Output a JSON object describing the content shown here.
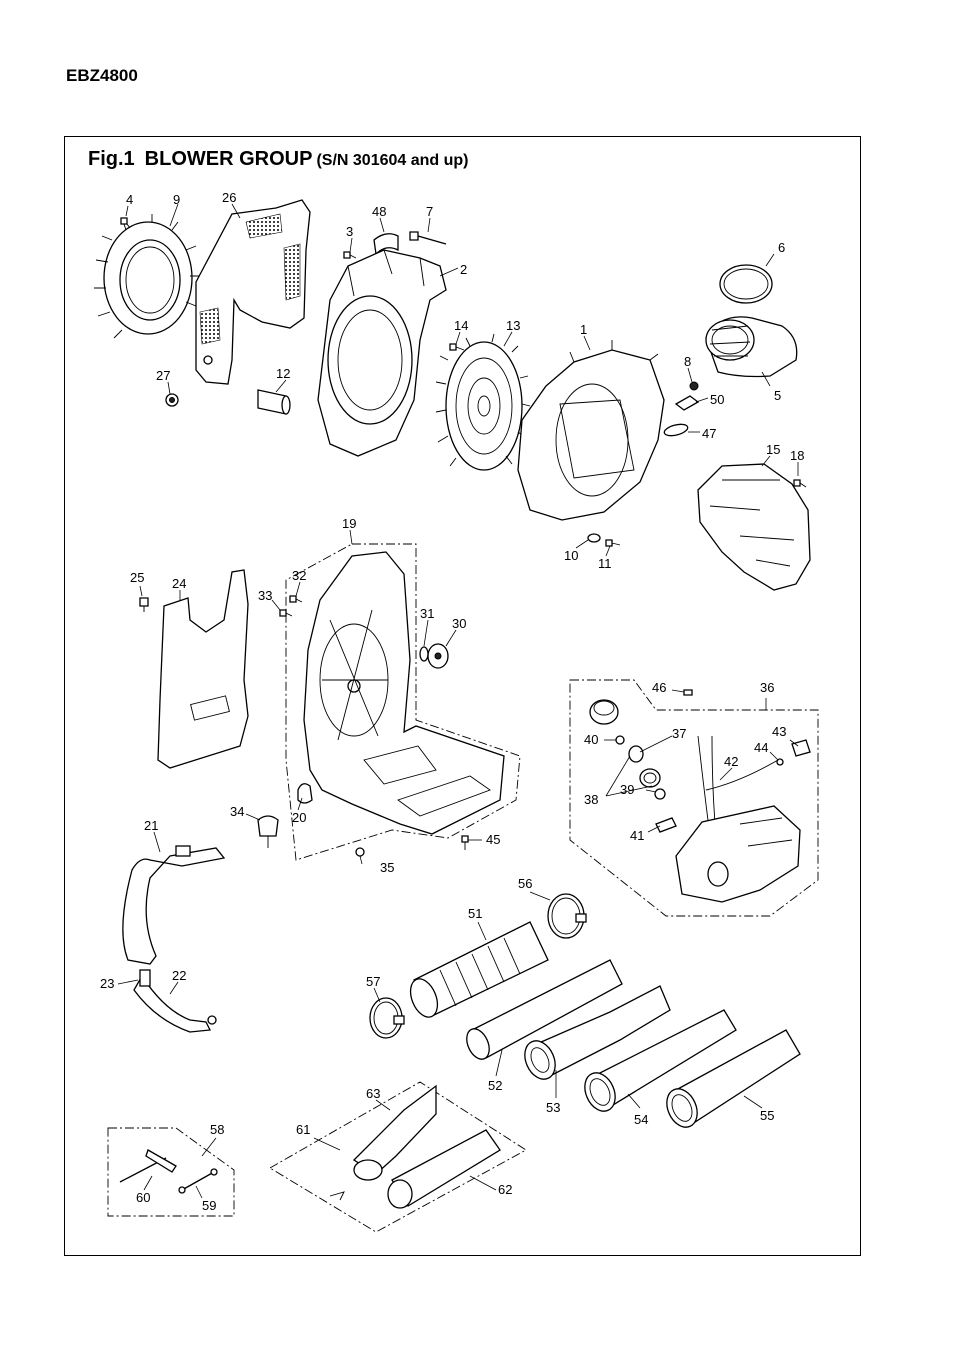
{
  "header": {
    "model": "EBZ4800"
  },
  "figure": {
    "number": "Fig.1",
    "name": "BLOWER GROUP",
    "serial": "(S/N 301604 and up)"
  },
  "callouts": {
    "c1": "1",
    "c2": "2",
    "c3": "3",
    "c4": "4",
    "c5": "5",
    "c6": "6",
    "c7": "7",
    "c8": "8",
    "c9": "9",
    "c10": "10",
    "c11": "11",
    "c12": "12",
    "c13": "13",
    "c14": "14",
    "c15": "15",
    "c18": "18",
    "c19": "19",
    "c20": "20",
    "c21": "21",
    "c22": "22",
    "c23": "23",
    "c24": "24",
    "c25": "25",
    "c26": "26",
    "c27": "27",
    "c30": "30",
    "c31": "31",
    "c32": "32",
    "c33": "33",
    "c34": "34",
    "c35": "35",
    "c36": "36",
    "c37": "37",
    "c38": "38",
    "c39": "39",
    "c40": "40",
    "c41": "41",
    "c42": "42",
    "c43": "43",
    "c44": "44",
    "c45": "45",
    "c46": "46",
    "c47": "47",
    "c48": "48",
    "c50": "50",
    "c51": "51",
    "c52": "52",
    "c53": "53",
    "c54": "54",
    "c55": "55",
    "c56": "56",
    "c57": "57",
    "c58": "58",
    "c59": "59",
    "c60": "60",
    "c61": "61",
    "c62": "62",
    "c63": "63"
  }
}
